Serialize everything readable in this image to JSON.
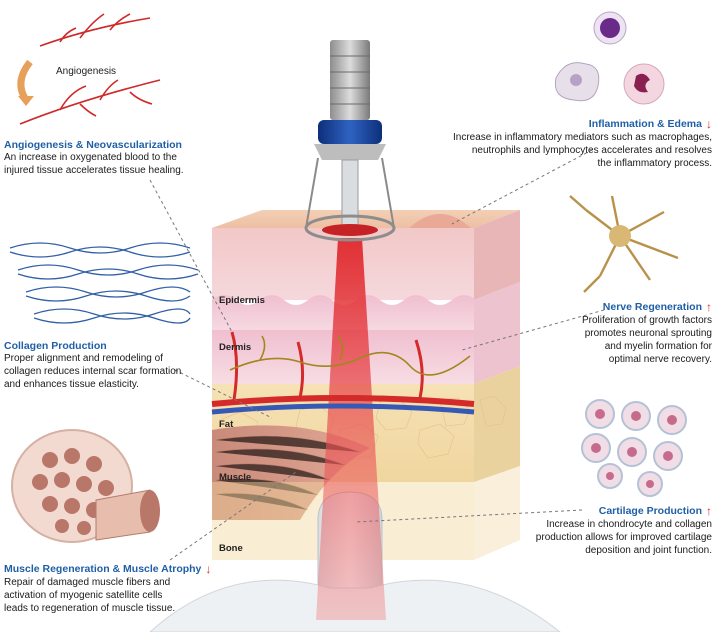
{
  "angiogenesis": {
    "illustration_label": "Angiogenesis",
    "title": "Angiogenesis & Neovascularization",
    "text": [
      "An increase in oxygenated blood to the",
      "injured tissue accelerates tissue healing."
    ]
  },
  "collagen": {
    "title": "Collagen Production",
    "text": [
      "Proper alignment and remodeling of",
      "collagen reduces internal scar formation",
      "and enhances tissue elasticity."
    ]
  },
  "muscle": {
    "title": "Muscle Regeneration & Muscle Atrophy",
    "text": [
      "Repair of damaged muscle fibers and",
      "activation of myogenic satellite cells",
      "leads to regeneration of muscle tissue."
    ],
    "indicator_icon": "down-arrow"
  },
  "inflammation": {
    "title": "Inflammation & Edema",
    "text": [
      "Increase in inflammatory mediators such as macrophages,",
      "neutrophils and lymphocytes  accelerates and resolves",
      "the inflammatory process."
    ],
    "indicator_icon": "down-arrow"
  },
  "nerve": {
    "title": "Nerve Regeneration",
    "text": [
      "Proliferation of growth factors",
      "promotes neuronal sprouting",
      "and myelin formation for",
      "optimal nerve recovery."
    ],
    "indicator_icon": "up-arrow"
  },
  "cartilage": {
    "title": "Cartilage Production",
    "text": [
      "Increase in chondrocyte and collagen",
      "production allows for improved cartilage",
      "deposition and joint function."
    ],
    "indicator_icon": "up-arrow"
  },
  "layers": {
    "epidermis": "Epidermis",
    "dermis": "Dermis",
    "fat": "Fat",
    "muscle": "Muscle",
    "bone": "Bone"
  },
  "colors": {
    "title_blue": "#1f5fa6",
    "indicator_red": "#d42a2a",
    "laser_red": "#e0282d"
  }
}
